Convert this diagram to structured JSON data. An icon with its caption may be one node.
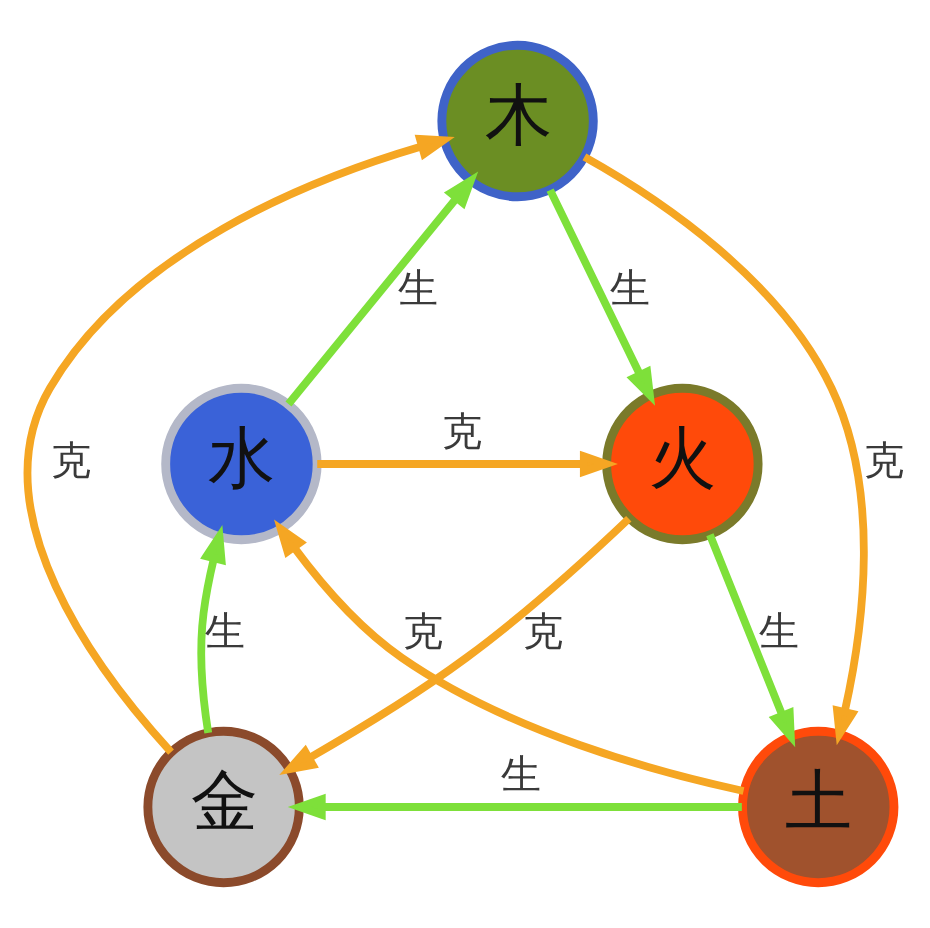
{
  "diagram": {
    "nodes": [
      {
        "text": [
          "木"
        ]
      },
      {
        "text": [
          "水"
        ]
      },
      {
        "text": [
          "火"
        ]
      },
      {
        "text": [
          "金"
        ]
      },
      {
        "text": [
          "土"
        ]
      }
    ],
    "edges": [
      {
        "from": 0,
        "to": 2,
        "arrow": "to",
        "label": "生",
        "color": "#7ee03a"
      },
      {
        "from": 2,
        "to": 4,
        "arrow": "to",
        "label": "生",
        "color": "#7ee03a"
      },
      {
        "from": 4,
        "to": 3,
        "arrow": "to",
        "label": "生",
        "color": "#7ee03a"
      },
      {
        "from": 3,
        "to": 1,
        "arrow": "to",
        "label": "生",
        "color": "#7ee03a"
      },
      {
        "from": 1,
        "to": 0,
        "arrow": "to",
        "label": "生",
        "color": "#7ee03a"
      },
      {
        "from": 0,
        "to": 4,
        "arrow": "to",
        "label": "克",
        "color": "#f5a623"
      },
      {
        "from": 4,
        "to": 1,
        "arrow": "to",
        "label": "克",
        "color": "#f5a623"
      },
      {
        "from": 1,
        "to": 2,
        "arrow": "to",
        "label": "克",
        "color": "#f5a623"
      },
      {
        "from": 2,
        "to": 3,
        "arrow": "to",
        "label": "克",
        "color": "#f5a623"
      },
      {
        "from": 3,
        "to": 0,
        "arrow": "to",
        "label": "克",
        "color": "#f5a623"
      }
    ]
  }
}
